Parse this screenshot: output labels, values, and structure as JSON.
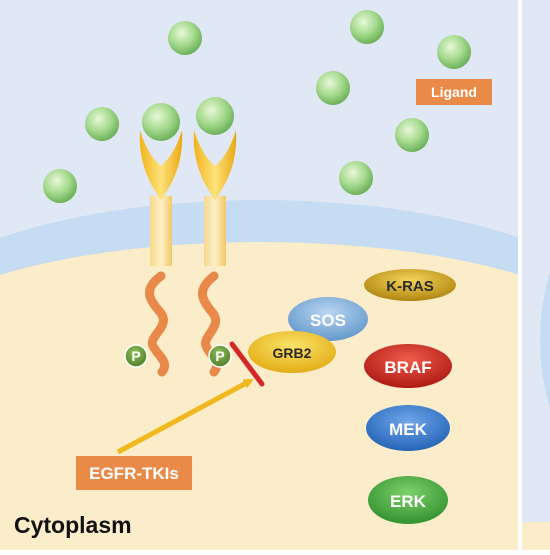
{
  "labels": {
    "ligand": "Ligand",
    "kras": "K-RAS",
    "sos": "SOS",
    "grb2": "GRB2",
    "braf": "BRAF",
    "mek": "MEK",
    "erk": "ERK",
    "egfr_tkis": "EGFR-TKIs",
    "phospho_1": "P",
    "phospho_2": "P",
    "cytoplasm": "Cytoplasm"
  },
  "colors": {
    "extracellular": "#dfe6f4",
    "membrane": "#c9def3",
    "cytoplasm": "#fbeccb",
    "ligand_ball": "#8fcf7d",
    "receptor": "#f7c23a",
    "tail": "#e8894a",
    "phospho": "#5f8d33",
    "kras": "#c49b12",
    "sos": "#6fa5d8",
    "grb2": "#f0c21b",
    "braf": "#c8201d",
    "mek": "#2f73c8",
    "erk": "#3ea43c",
    "label_box": "#ea8a49",
    "inhibitor_arrow": "#f0b81c",
    "block_bar": "#d42727"
  }
}
